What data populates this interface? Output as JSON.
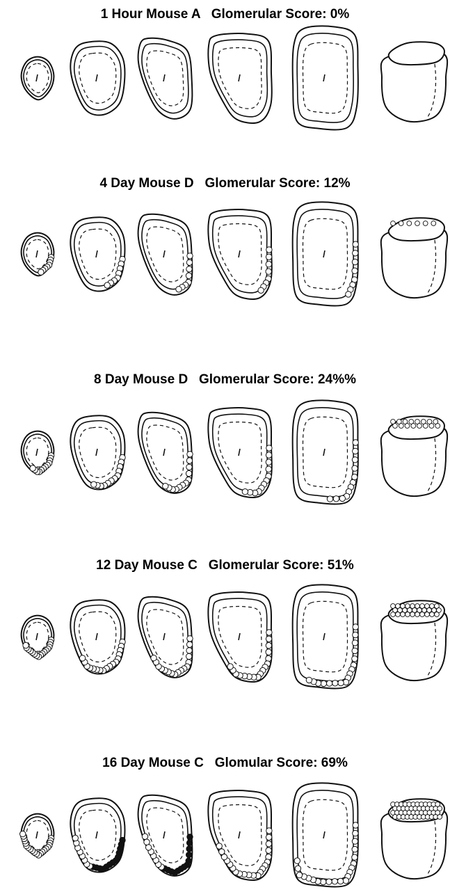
{
  "figure": {
    "panels": [
      {
        "label": "1 Hour Mouse A   Glomerular Score: 0%",
        "cell_level": 0
      },
      {
        "label": "4 Day Mouse D   Glomerular Score: 12%",
        "cell_level": 1
      },
      {
        "label": "8 Day Mouse D   Glomerular Score: 24%%",
        "cell_level": 2
      },
      {
        "label": "12 Day Mouse C   Glomerular Score: 51%",
        "cell_level": 3
      },
      {
        "label": "16 Day Mouse C   Glomular Score: 69%",
        "cell_level": 4
      }
    ],
    "line_color": "#111111",
    "filled_cell_color": "#111111"
  }
}
